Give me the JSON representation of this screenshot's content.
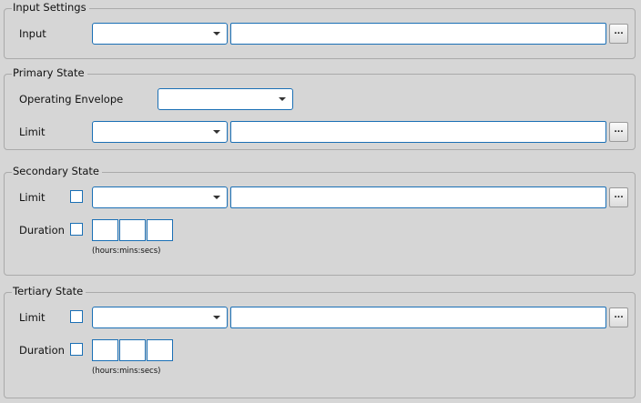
{
  "input_settings": {
    "title": "Input Settings",
    "input_label": "Input",
    "browse_label": "..."
  },
  "primary_state": {
    "title": "Primary State",
    "envelope_label": "Operating Envelope",
    "limit_label": "Limit",
    "browse_label": "..."
  },
  "secondary_state": {
    "title": "Secondary State",
    "limit_label": "Limit",
    "duration_label": "Duration",
    "duration_hint": "(hours:mins:secs)",
    "browse_label": "..."
  },
  "tertiary_state": {
    "title": "Tertiary State",
    "limit_label": "Limit",
    "duration_label": "Duration",
    "duration_hint": "(hours:mins:secs)",
    "browse_label": "..."
  }
}
